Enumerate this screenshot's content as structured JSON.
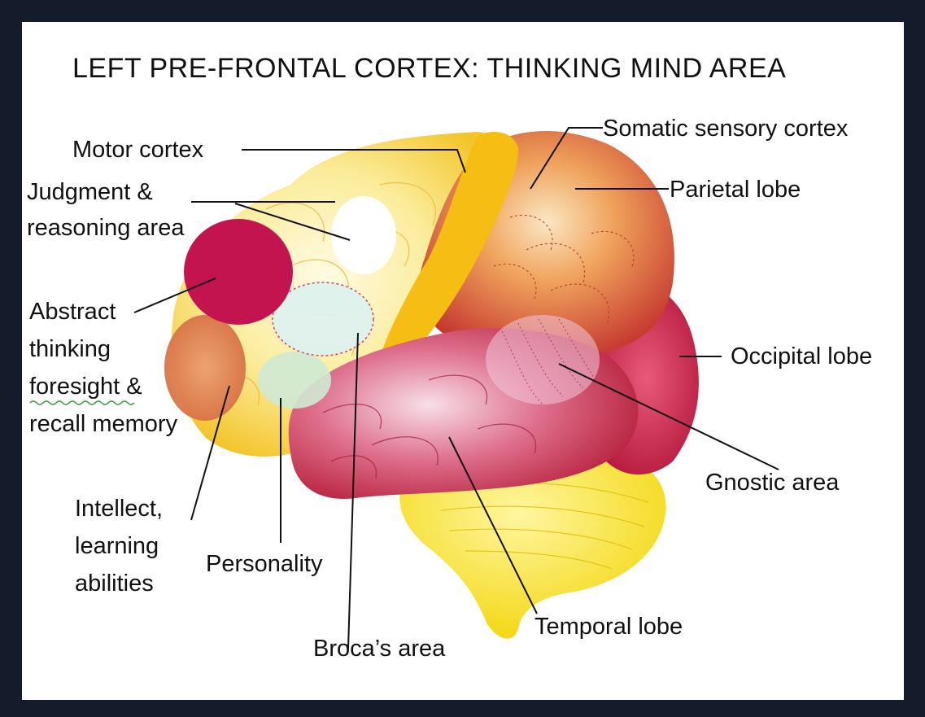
{
  "title": "LEFT PRE-FRONTAL CORTEX: THINKING MIND AREA",
  "labels": {
    "motor_cortex": "Motor cortex",
    "somatic_sensory_cortex": "Somatic sensory cortex",
    "judgment_line1": "Judgment &",
    "judgment_line2": "reasoning area",
    "parietal_lobe": "Parietal lobe",
    "abstract_line1": "Abstract",
    "abstract_line2": "thinking",
    "abstract_line3": "foresight &",
    "abstract_line4": "recall memory",
    "occipital_lobe": "Occipital lobe",
    "gnostic_area": "Gnostic area",
    "intellect_line1": "Intellect,",
    "intellect_line2": "learning",
    "intellect_line3": "abilities",
    "personality": "Personality",
    "temporal_lobe": "Temporal lobe",
    "brocas_area": "Broca’s area"
  },
  "colors": {
    "frame": "#141c2b",
    "panel": "#ffffff",
    "frontal_yellow": "#f7df5a",
    "motor_orange": "#f4b90f",
    "sensory_red": "#c8342d",
    "abstract_magenta": "#c4144f",
    "temporal_crimson": "#c23047",
    "cerebellum_yellow": "#f6e219",
    "highlight_white": "#ffffff",
    "pale_cyan": "#cfeee8"
  }
}
